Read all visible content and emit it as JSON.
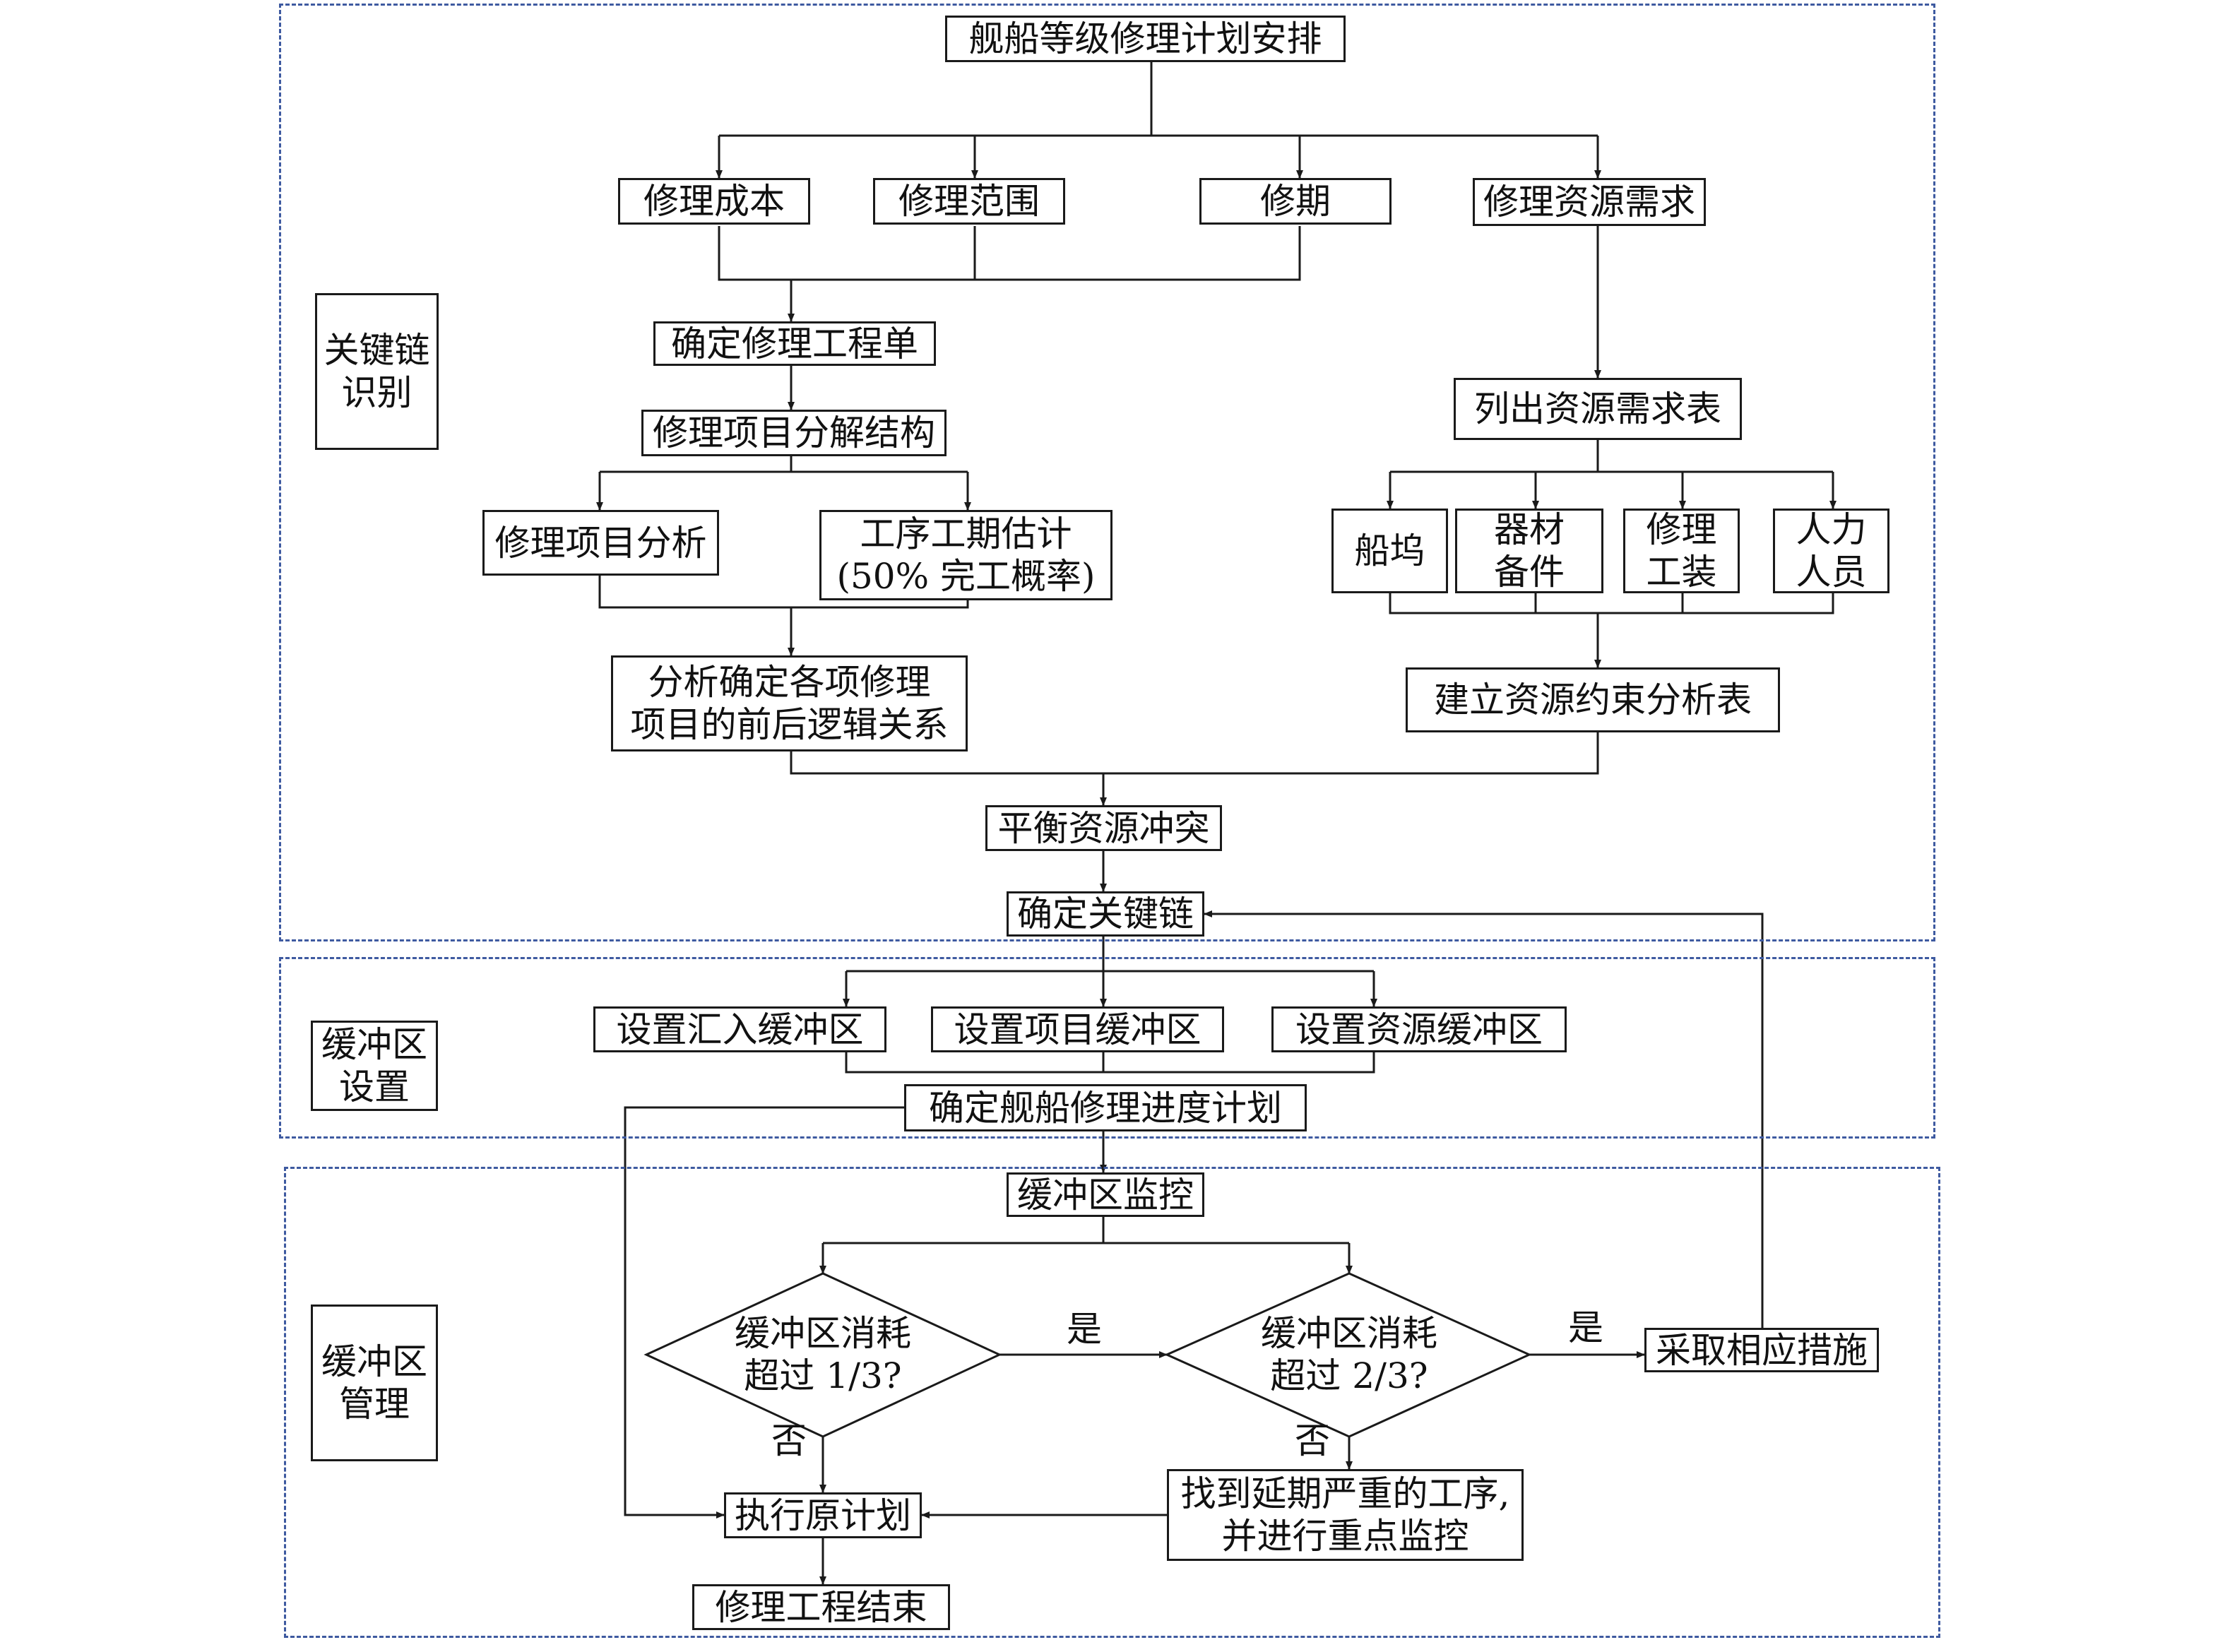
{
  "title": "舰船等级修理计划安排",
  "regions": {
    "key_chain": [
      "关键链",
      "识别"
    ],
    "buffer_setup": [
      "缓冲区",
      "设置"
    ],
    "buffer_manage": [
      "缓冲区",
      "管理"
    ]
  },
  "nodes": {
    "repair_cost": "修理成本",
    "repair_scope": "修理范围",
    "repair_period": "修期",
    "resource_demand": "修理资源需求",
    "work_order": "确定修理工程单",
    "wbs": "修理项目分解结构",
    "item_analysis": "修理项目分析",
    "duration_estimate": [
      "工序工期估计",
      "(50% 完工概率)"
    ],
    "logic_relation": [
      "分析确定各项修理",
      "项目的前后逻辑关系"
    ],
    "resource_table": "列出资源需求表",
    "dock": "船坞",
    "materials": [
      "器材",
      "备件"
    ],
    "tooling": [
      "修理",
      "工装"
    ],
    "manpower": [
      "人力",
      "人员"
    ],
    "constraint_table": "建立资源约束分析表",
    "balance_conflict": "平衡资源冲突",
    "critical_chain": "确定关键链",
    "feeding_buffer": "设置汇入缓冲区",
    "project_buffer": "设置项目缓冲区",
    "resource_buffer": "设置资源缓冲区",
    "schedule": "确定舰船修理进度计划",
    "monitor": "缓冲区监控",
    "decision1": [
      "缓冲区消耗",
      "超过 1/3?"
    ],
    "decision2": [
      "缓冲区消耗",
      "超过 2/3?"
    ],
    "take_measures": "采取相应措施",
    "find_delay": [
      "找到延期严重的工序,",
      "并进行重点监控"
    ],
    "execute_plan": "执行原计划",
    "end": "修理工程结束"
  },
  "edge_labels": {
    "yes1": "是",
    "yes2": "是",
    "no1": "否",
    "no2": "否"
  }
}
